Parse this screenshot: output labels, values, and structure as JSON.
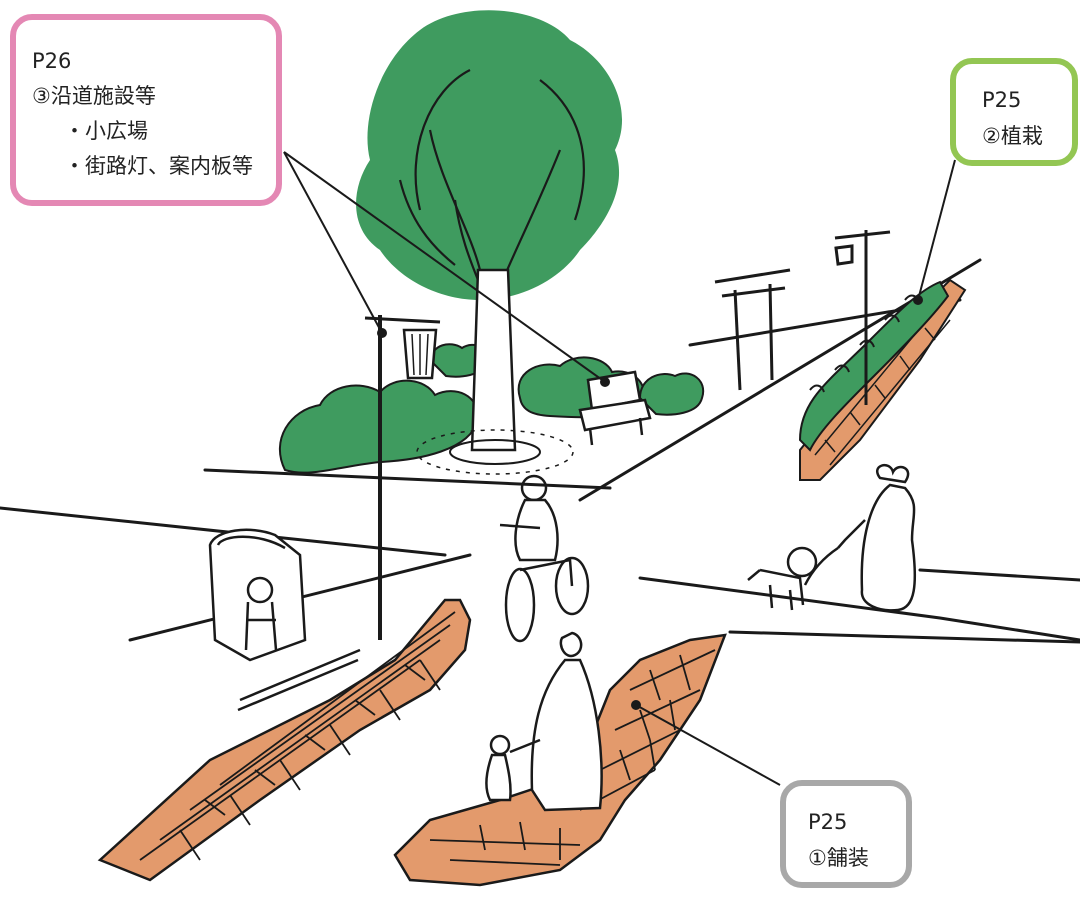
{
  "colors": {
    "pink_frame": "#e488b4",
    "green_frame": "#93c653",
    "gray_frame": "#a8a8a8",
    "foliage": "#3f9b5f",
    "brick": "#e39a6c",
    "ink": "#1a1a1a"
  },
  "callouts": {
    "p26": {
      "page": "P26",
      "title": "③沿道施設等",
      "items": [
        "・小広場",
        "・街路灯、案内板等"
      ]
    },
    "planting": {
      "page": "P25",
      "title": "②植栽"
    },
    "paving": {
      "page": "P25",
      "title": "①舗装"
    }
  },
  "illustration": {
    "subject": "street-scene-sketch",
    "elements": [
      "tree",
      "shrubs",
      "bench",
      "street-lamp",
      "torii-gate",
      "brick-sidewalk",
      "hedge",
      "cyclist",
      "pedestrian-with-dog",
      "child"
    ]
  }
}
